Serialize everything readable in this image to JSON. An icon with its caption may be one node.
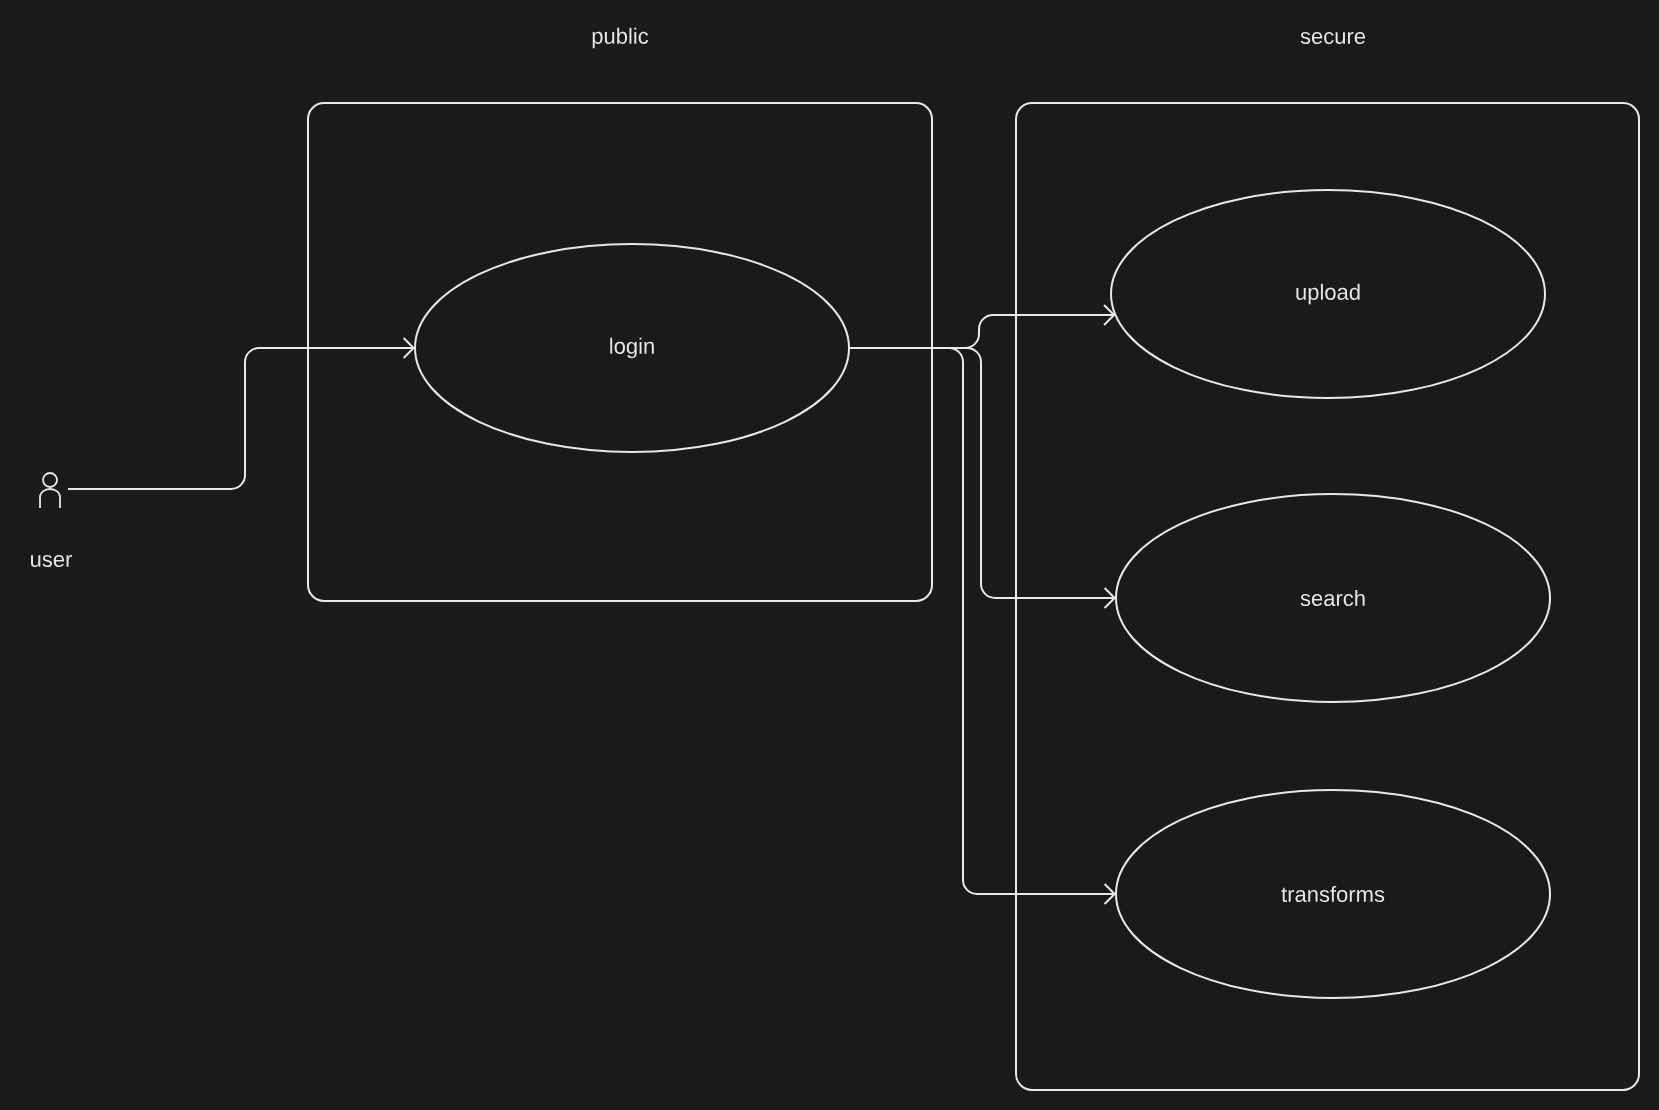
{
  "diagram": {
    "nodes": [
      {
        "text": [
          "user"
        ]
      },
      {
        "text": [
          "public"
        ]
      },
      {
        "text": [
          "login"
        ],
        "in": 1
      },
      {
        "text": [
          "secure"
        ]
      },
      {
        "text": [
          "upload"
        ],
        "in": 3
      },
      {
        "text": [
          "search"
        ],
        "in": 3
      },
      {
        "text": [
          "transforms"
        ],
        "in": 3
      }
    ],
    "edges": [
      {
        "from": 0,
        "to": 2,
        "arrow": "to"
      },
      {
        "from": 2,
        "to": 4,
        "arrow": "to"
      },
      {
        "from": 2,
        "to": 5,
        "arrow": "to"
      },
      {
        "from": 2,
        "to": 6,
        "arrow": "to"
      }
    ]
  }
}
